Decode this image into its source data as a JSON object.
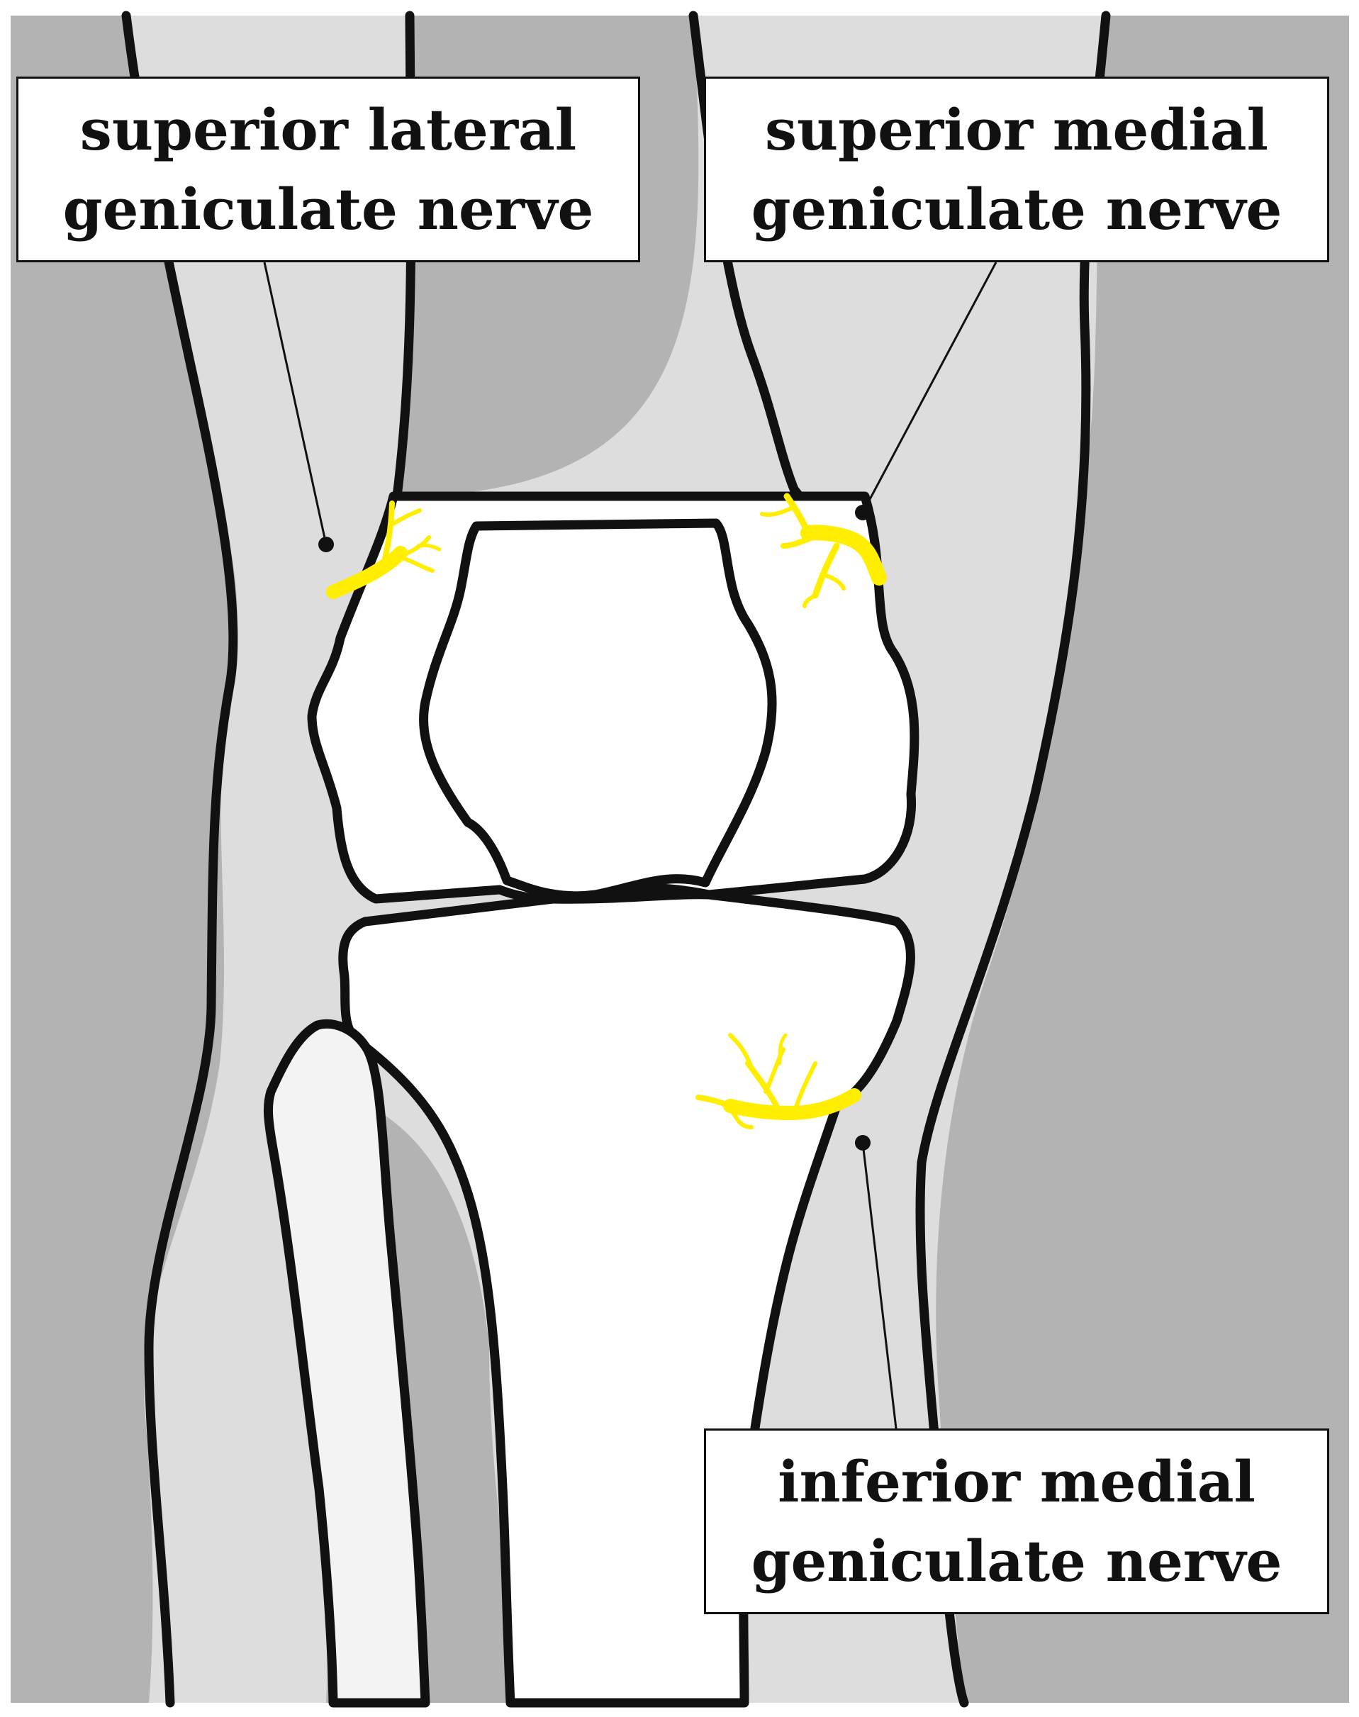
{
  "colors": {
    "soft_tissue": "#b3b3b3",
    "leg_outline_fill": "#dddddd",
    "bone": "#ffffff",
    "fibula": "#f3f3f3",
    "outline": "#111111",
    "nerve": "#ffee00"
  },
  "labels": {
    "superior_lateral": {
      "line1": "superior lateral",
      "line2": "geniculate nerve"
    },
    "superior_medial": {
      "line1": "superior medial",
      "line2": "geniculate nerve"
    },
    "inferior_medial": {
      "line1": "inferior medial",
      "line2": "geniculate nerve"
    }
  }
}
